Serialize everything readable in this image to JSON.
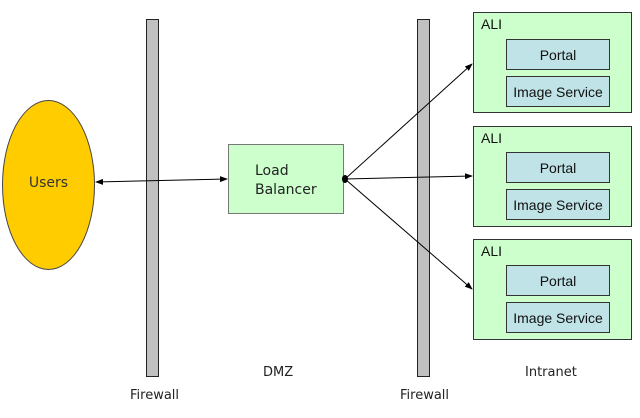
{
  "diagram": {
    "users": {
      "label": "Users",
      "color": "#ffcc00"
    },
    "load_balancer": {
      "line1": "Load",
      "line2": "Balancer",
      "color": "#ccffcc"
    },
    "firewalls": [
      {
        "label": "Firewall"
      },
      {
        "label": "Firewall"
      }
    ],
    "zones": {
      "dmz": "DMZ",
      "intranet": "Intranet"
    },
    "ali_nodes": [
      {
        "title": "ALI",
        "services": [
          "Portal",
          "Image Service"
        ]
      },
      {
        "title": "ALI",
        "services": [
          "Portal",
          "Image Service"
        ]
      },
      {
        "title": "ALI",
        "services": [
          "Portal",
          "Image Service"
        ]
      }
    ],
    "colors": {
      "ali_bg": "#ccffcc",
      "service_bg": "#bfe3e6",
      "firewall": "#c0c0c0"
    }
  }
}
